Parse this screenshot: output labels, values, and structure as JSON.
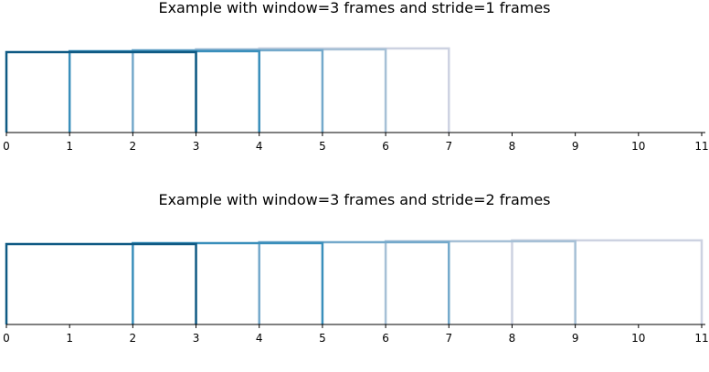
{
  "chart_data": [
    {
      "type": "diagram",
      "title": "Example with window=3 frames and stride=1 frames",
      "window": 3,
      "stride": 1,
      "xlim": [
        0,
        11
      ],
      "ticks": [
        "0",
        "1",
        "2",
        "3",
        "4",
        "5",
        "6",
        "7",
        "8",
        "9",
        "10",
        "11"
      ],
      "windows": [
        {
          "start": 0,
          "end": 3,
          "color": "#0f5a84"
        },
        {
          "start": 1,
          "end": 4,
          "color": "#3a8fbb"
        },
        {
          "start": 2,
          "end": 5,
          "color": "#74a9cb"
        },
        {
          "start": 3,
          "end": 6,
          "color": "#a6c0d6"
        },
        {
          "start": 4,
          "end": 7,
          "color": "#cdd2e1"
        }
      ]
    },
    {
      "type": "diagram",
      "title": "Example with window=3 frames and stride=2 frames",
      "window": 3,
      "stride": 2,
      "xlim": [
        0,
        11
      ],
      "ticks": [
        "0",
        "1",
        "2",
        "3",
        "4",
        "5",
        "6",
        "7",
        "8",
        "9",
        "10",
        "11"
      ],
      "windows": [
        {
          "start": 0,
          "end": 3,
          "color": "#0f5a84"
        },
        {
          "start": 2,
          "end": 5,
          "color": "#3a8fbb"
        },
        {
          "start": 4,
          "end": 7,
          "color": "#74a9cb"
        },
        {
          "start": 6,
          "end": 9,
          "color": "#a6c0d6"
        },
        {
          "start": 8,
          "end": 11,
          "color": "#cdd2e1"
        }
      ]
    }
  ]
}
